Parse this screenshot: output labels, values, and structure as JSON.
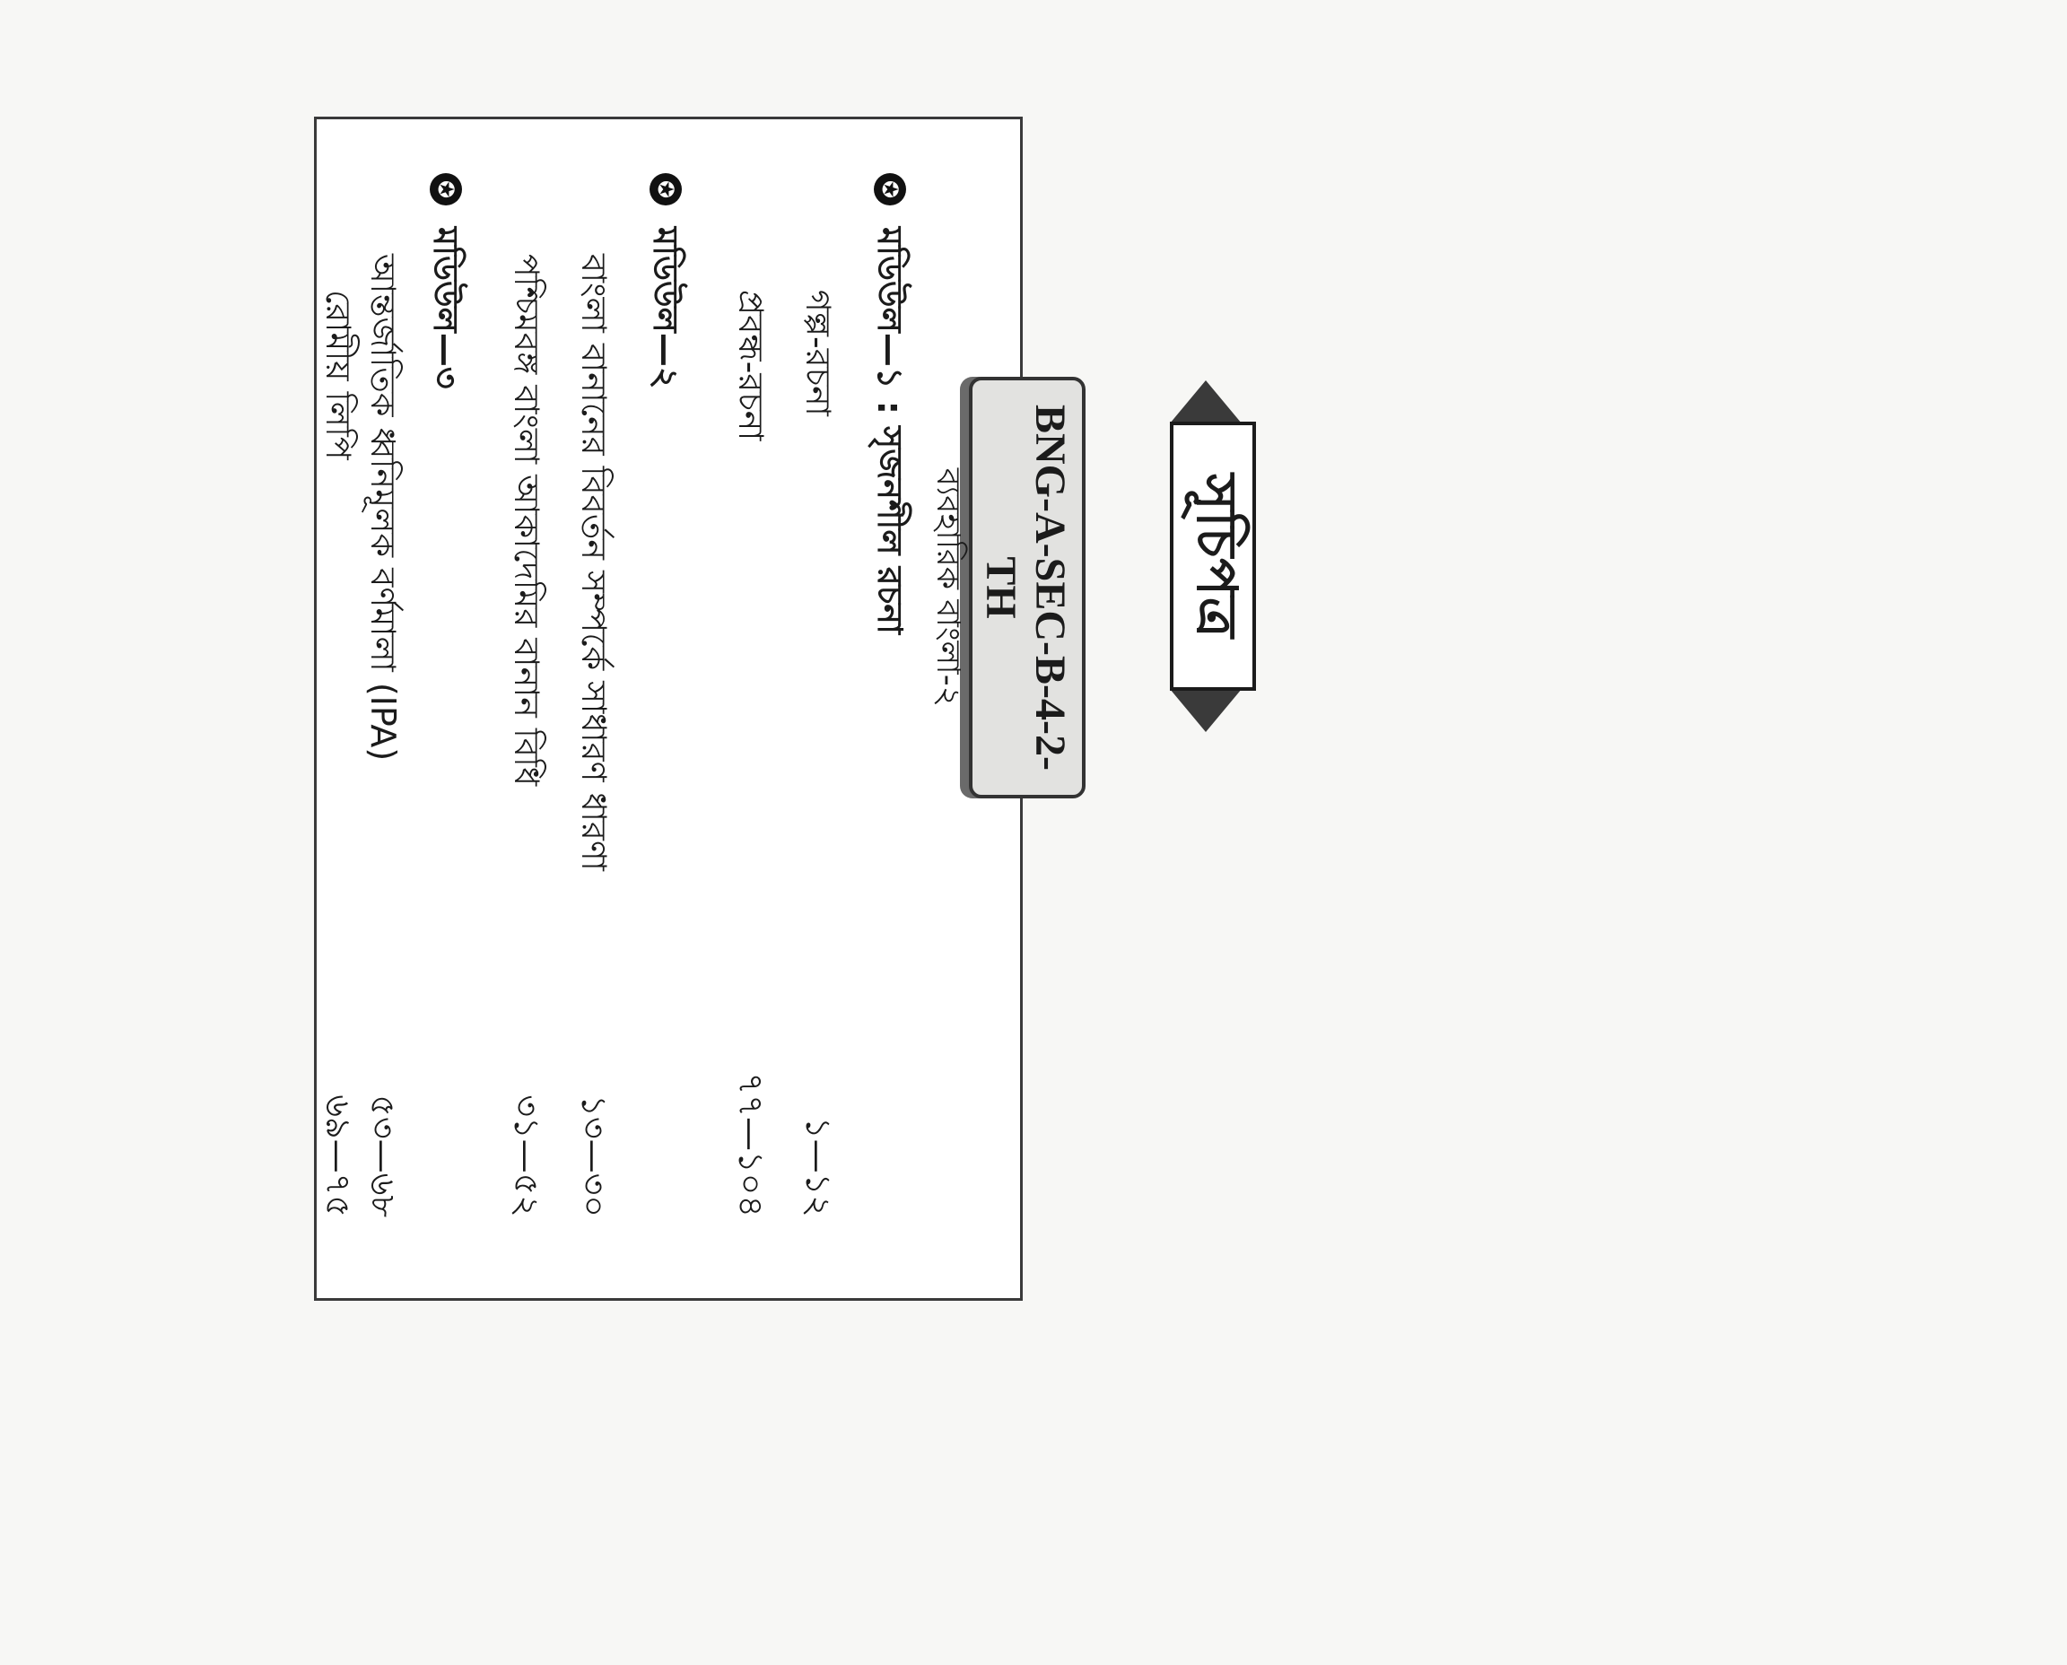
{
  "page_title": "সূচিপত্র",
  "course": {
    "code": "BNG-A-SEC-B-4-2-TH",
    "name": "ব্যবহারিক বাংলা-২"
  },
  "modules": [
    {
      "title": "মডিউল—১ : সৃজনশীল রচনা",
      "items": [
        {
          "label": "গল্প-রচনা",
          "pages": "১—১২"
        },
        {
          "label": "প্রবন্ধ-রচনা",
          "pages": "৭৭—১০৪"
        }
      ]
    },
    {
      "title": "মডিউল—২",
      "items": [
        {
          "label": "বাংলা বানানের বিবর্তন সম্পর্কে সাধারণ ধারণা",
          "pages": "১৩—৩০"
        },
        {
          "label": "পশ্চিমবঙ্গ বাংলা আকাদেমির বানান বিধি",
          "pages": "৩১—৫২"
        }
      ]
    },
    {
      "title": "মডিউল—৩",
      "items": [
        {
          "label": "আন্তর্জাতিক ধ্বনিমূলক বর্ণমালা (IPA)",
          "pages": "৫৩—৬৮"
        },
        {
          "label": "রোমীয় লিপি",
          "pages": "৬৯—৭৫"
        }
      ]
    }
  ]
}
